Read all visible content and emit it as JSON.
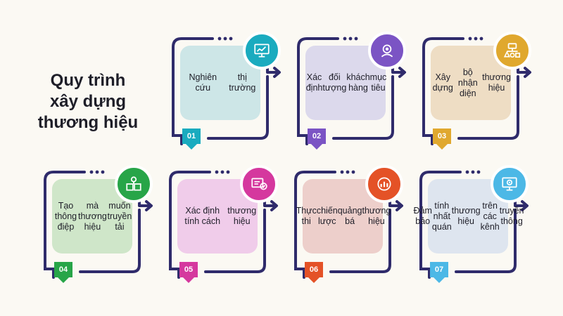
{
  "title_lines": [
    "Quy trình",
    "xây dựng",
    "thương hiệu"
  ],
  "steps": [
    {
      "number": "01",
      "label_lines": [
        "Nghiên cứu",
        "thị trường"
      ],
      "color": "#1aabbf",
      "bg": "#cde6e7",
      "icon": "monitor-chart-icon"
    },
    {
      "number": "02",
      "label_lines": [
        "Xác định",
        "đối tượng",
        "khách hàng",
        "mục tiêu"
      ],
      "color": "#7b54c4",
      "bg": "#dcd9ec",
      "icon": "target-audience-icon"
    },
    {
      "number": "03",
      "label_lines": [
        "Xây dựng",
        "bộ nhận diện",
        "thương hiệu"
      ],
      "color": "#e0a82e",
      "bg": "#eeddc4",
      "icon": "org-chart-icon"
    },
    {
      "number": "04",
      "label_lines": [
        "Tạo thông điệp",
        "mà thương hiệu",
        "muốn truyền tải"
      ],
      "color": "#27a548",
      "bg": "#cfe6c9",
      "icon": "message-boxes-icon"
    },
    {
      "number": "05",
      "label_lines": [
        "Xác định tính cách",
        "thương hiệu"
      ],
      "color": "#d5389e",
      "bg": "#f0ccea",
      "icon": "screen-check-icon"
    },
    {
      "number": "06",
      "label_lines": [
        "Thực thi",
        "chiến lược",
        "quảng bá",
        "thương hiệu"
      ],
      "color": "#e45227",
      "bg": "#edcfcb",
      "icon": "growth-chart-icon"
    },
    {
      "number": "07",
      "label_lines": [
        "Đảm bảo",
        "tính nhất quán",
        "thương hiệu",
        "trên các kênh",
        "truyền thông"
      ],
      "color": "#4cb8e6",
      "bg": "#dee5ef",
      "icon": "settings-screen-icon"
    }
  ]
}
